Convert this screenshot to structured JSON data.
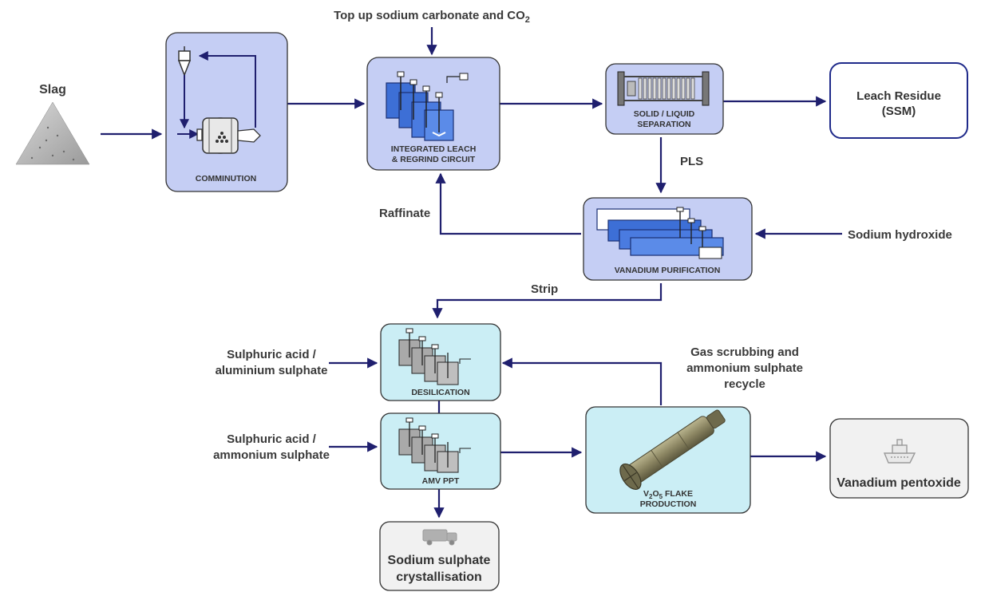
{
  "nodes": {
    "slag": "Slag",
    "comminution": "COMMINUTION",
    "leach_line1": "INTEGRATED LEACH",
    "leach_line2": "& REGRIND CIRCUIT",
    "sls_line1": "SOLID / LIQUID",
    "sls_line2": "SEPARATION",
    "residue_line1": "Leach Residue",
    "residue_line2": "(SSM)",
    "purification": "VANADIUM PURIFICATION",
    "desilication": "DESILICATION",
    "amv": "AMV PPT",
    "flake_v": "V",
    "flake_sub1": "2",
    "flake_o": "O",
    "flake_sub2": "5",
    "flake_rest": " FLAKE",
    "flake_line2": "PRODUCTION",
    "pentoxide": "Vanadium pentoxide",
    "sulphate_line1": "Sodium sulphate",
    "sulphate_line2": "crystallisation"
  },
  "labels": {
    "topup_main": "Top up sodium carbonate and CO",
    "topup_sub": "2",
    "pls": "PLS",
    "raffinate": "Raffinate",
    "sodium_hydroxide": "Sodium hydroxide",
    "strip": "Strip",
    "acid_al_1": "Sulphuric acid /",
    "acid_al_2": "aluminium sulphate",
    "acid_am_1": "Sulphuric acid /",
    "acid_am_2": "ammonium sulphate",
    "gas_1": "Gas scrubbing and",
    "gas_2": "ammonium sulphate",
    "gas_3": "recycle"
  },
  "colors": {
    "arrow": "#1f1f6e",
    "box_blue": "#c5cef4",
    "box_cyan": "#cbeef5",
    "box_grey": "#f1f1f1",
    "outline": "#333333",
    "tank_blue": "#3d6fd6",
    "tank_grey": "#a9a9a9",
    "kiln": "#8b8562"
  },
  "icons": {
    "slag": "slag-pile-icon",
    "mill": "ball-mill-icon",
    "tanks": "leach-tanks-icon",
    "filter": "filter-press-icon",
    "settlers": "mixer-settler-icon",
    "kiln": "rotary-kiln-icon",
    "ship": "ship-icon",
    "truck": "truck-icon"
  }
}
